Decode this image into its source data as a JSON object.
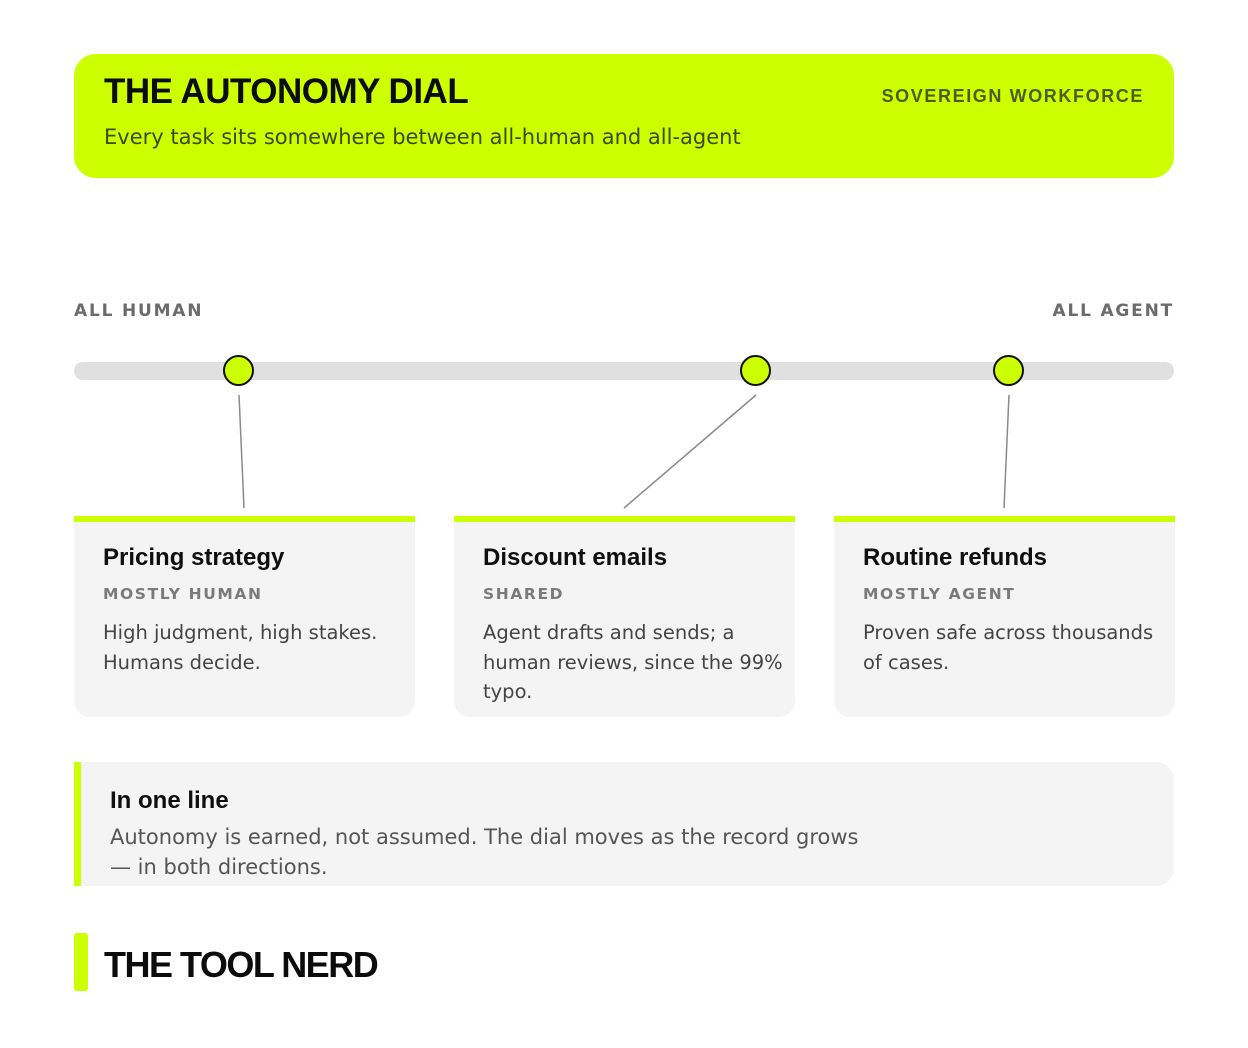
{
  "header": {
    "title": "THE AUTONOMY DIAL",
    "subtitle": "Every task sits somewhere between all-human and all-agent",
    "tag": "SOVEREIGN WORKFORCE"
  },
  "dial": {
    "left_label": "ALL HUMAN",
    "right_label": "ALL AGENT",
    "markers": [
      {
        "position": 0.15,
        "card": 0
      },
      {
        "position": 0.62,
        "card": 1
      },
      {
        "position": 0.85,
        "card": 2
      }
    ]
  },
  "cards": [
    {
      "title": "Pricing strategy",
      "level": "MOSTLY HUMAN",
      "description": "High judgment, high stakes. Humans decide."
    },
    {
      "title": "Discount emails",
      "level": "SHARED",
      "description": "Agent drafts and sends; a human reviews, since the 99% typo."
    },
    {
      "title": "Routine refunds",
      "level": "MOSTLY AGENT",
      "description": "Proven safe across thousands of cases."
    }
  ],
  "summary": {
    "title": "In one line",
    "text": "Autonomy is earned, not assumed. The dial moves as the record grows — in both directions."
  },
  "brand": "THE TOOL NERD",
  "colors": {
    "accent": "#ccff00",
    "track": "#e0e0e0",
    "card": "#f4f4f4"
  }
}
